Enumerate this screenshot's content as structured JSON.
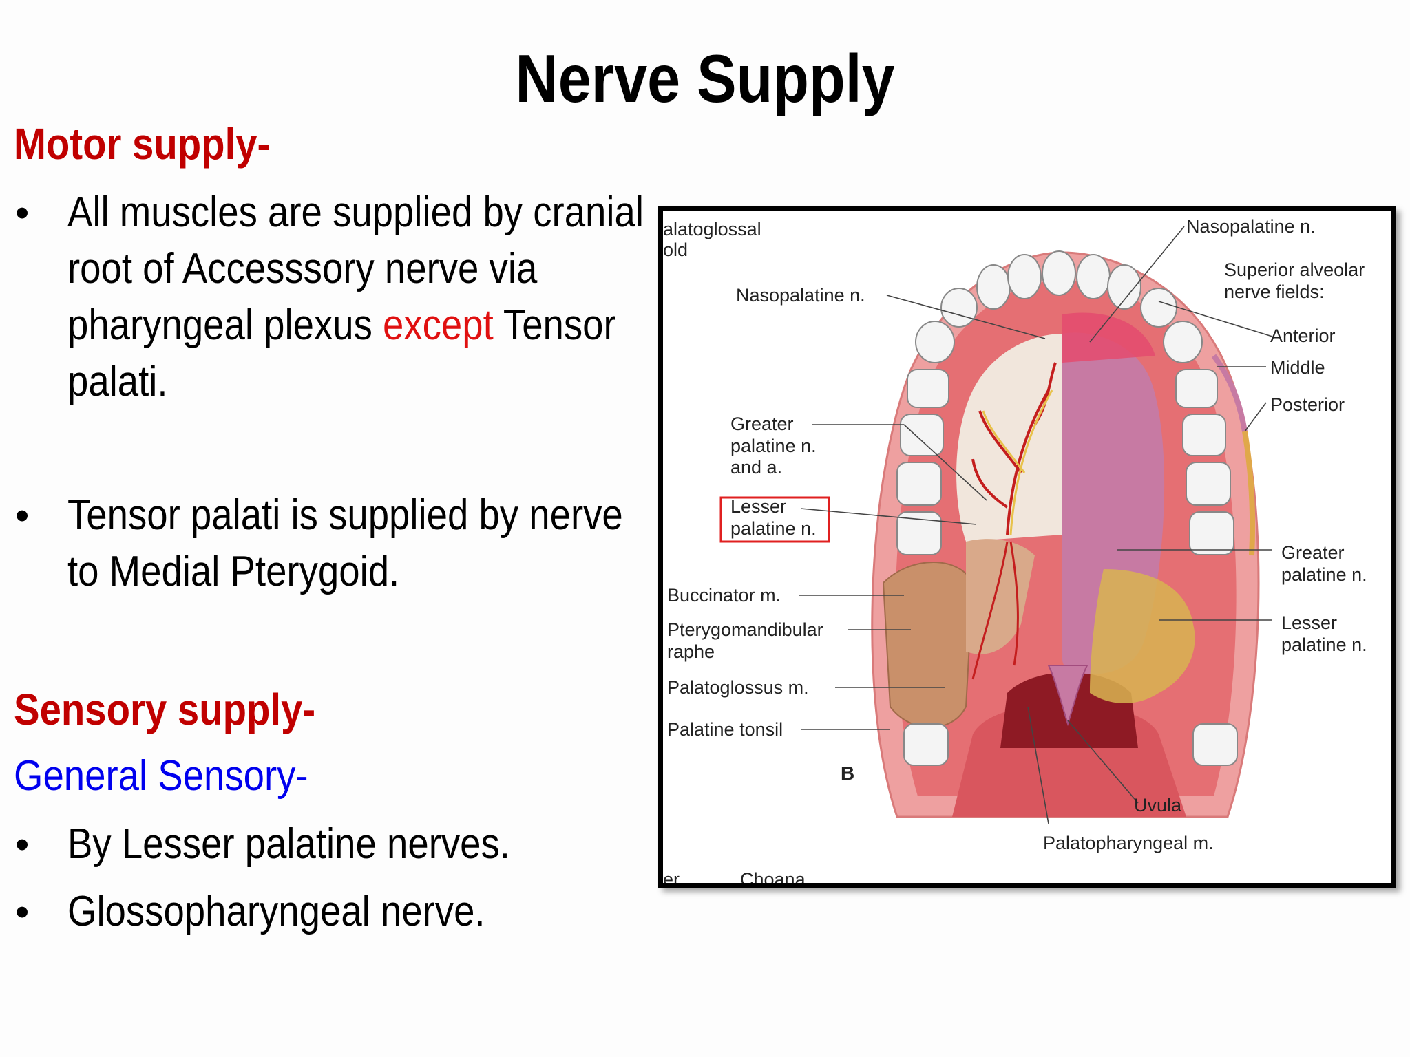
{
  "slide": {
    "title": "Nerve Supply",
    "motor_heading": "Motor supply-",
    "motor_bullets": [
      {
        "lines": [
          "All muscles are supplied by cranial",
          "root of Accesssory nerve via"
        ],
        "line3_a": "pharyngeal plexus ",
        "line3_red": "except",
        "line3_b": " Tensor",
        "line4": "palati."
      },
      {
        "lines": [
          "Tensor palati is supplied by nerve",
          "to Medial Pterygoid."
        ]
      }
    ],
    "sensory_heading": "Sensory supply-",
    "general_sensory": "General Sensory-",
    "sensory_bullets": [
      "By  Lesser palatine nerves.",
      "Glossopharyngeal nerve."
    ],
    "bullet_char": "•"
  },
  "figure": {
    "labels": {
      "palatoglossal_1": "alatoglossal",
      "palatoglossal_2": "old",
      "nasopalatine_left": "Nasopalatine n.",
      "greater_palatine_left_1": "Greater",
      "greater_palatine_left_2": "palatine n.",
      "greater_palatine_left_3": "and a.",
      "lesser_palatine_left_1": "Lesser",
      "lesser_palatine_left_2": "palatine n.",
      "buccinator": "Buccinator m.",
      "pterygomandibular_1": "Pterygomandibular",
      "pterygomandibular_2": "raphe",
      "palatoglossus": "Palatoglossus m.",
      "palatine_tonsil": "Palatine tonsil",
      "panel_letter": "B",
      "uvula": "Uvula",
      "palatopharyngeal": "Palatopharyngeal m.",
      "bottom_cut_1": "er",
      "bottom_cut_2": "Choana",
      "nasopalatine_right": "Nasopalatine n.",
      "superior_alveolar_1": "Superior alveolar",
      "superior_alveolar_2": "nerve fields:",
      "anterior": "Anterior",
      "middle": "Middle",
      "posterior": "Posterior",
      "greater_palatine_right_1": "Greater",
      "greater_palatine_right_2": "palatine n.",
      "lesser_palatine_right_1": "Lesser",
      "lesser_palatine_right_2": "palatine n."
    },
    "colors": {
      "highlight_box": "#e02020",
      "mucosa": "#e98a88",
      "palate_pink": "#c77aa3",
      "nerve_yellow": "#e8c24a",
      "artery_red": "#c41e1e",
      "tongue": "#d9565e"
    }
  }
}
